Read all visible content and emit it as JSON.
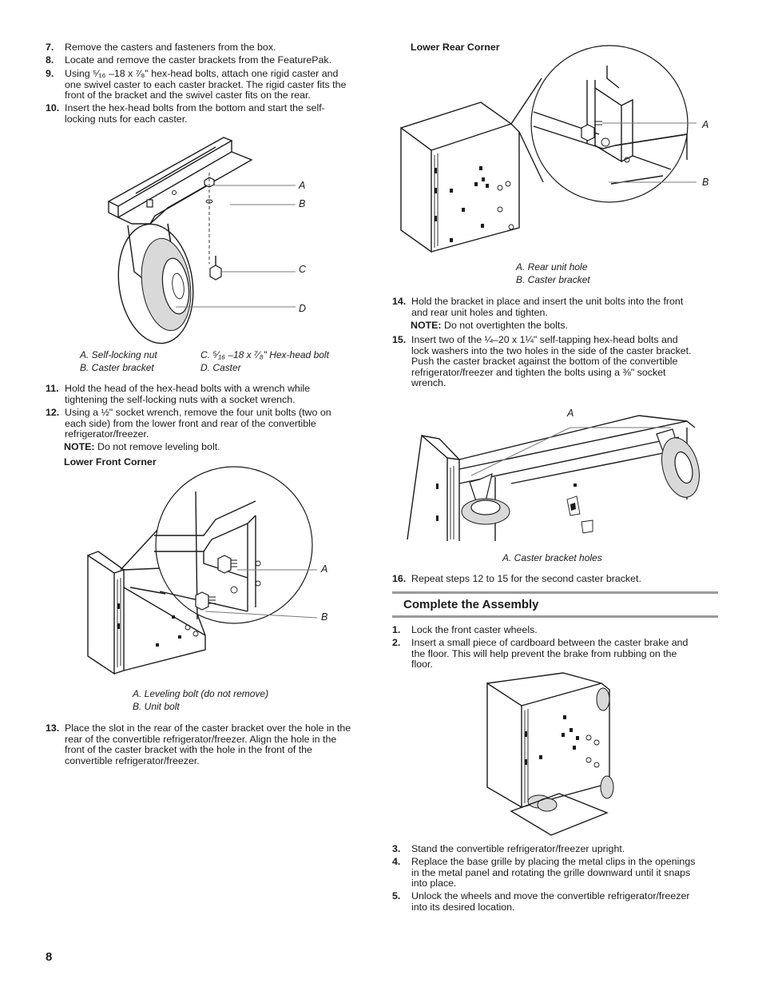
{
  "page_number": "8",
  "left_steps_top": [
    {
      "num": "7.",
      "lines": [
        "Remove the casters and fasteners from the box."
      ]
    },
    {
      "num": "8.",
      "lines": [
        "Locate and remove the caster brackets from the FeaturePak."
      ]
    },
    {
      "num": "9.",
      "lines": [
        "Using ⁵⁄₁₆ –18 x ⁷⁄₈\" hex-head bolts, attach one rigid caster and",
        "one swivel caster to each caster bracket. The rigid caster fits the",
        "front of the bracket and the swivel caster fits on the rear."
      ]
    },
    {
      "num": "10.",
      "lines": [
        "Insert the hex-head bolts from the bottom and start the self-",
        "locking nuts for each caster."
      ]
    }
  ],
  "fig_caster": {
    "labels": [
      "A",
      "B",
      "C",
      "D"
    ],
    "legend_left": [
      "A. Self-locking nut",
      "B. Caster bracket"
    ],
    "legend_right": [
      "C. ⁵⁄₁₆ –18 x ⁷⁄₈\" Hex-head bolt",
      "D. Caster"
    ]
  },
  "left_steps_mid": [
    {
      "num": "11.",
      "lines": [
        "Hold the head of the hex-head bolts with a wrench while",
        "tightening the self-locking nuts with a socket wrench."
      ]
    },
    {
      "num": "12.",
      "lines": [
        "Using a ½\" socket wrench, remove the four unit bolts (two on",
        "each side) from the lower front and rear of the convertible",
        "refrigerator/freezer."
      ]
    }
  ],
  "note_12": {
    "label": "NOTE:",
    "text": " Do not remove leveling bolt."
  },
  "lower_front_title": "Lower Front Corner",
  "fig_front": {
    "labels": [
      "A",
      "B"
    ],
    "legend": [
      "A. Leveling bolt (do not remove)",
      "B. Unit bolt"
    ]
  },
  "left_steps_bottom": [
    {
      "num": "13.",
      "lines": [
        "Place the slot in the rear of the caster bracket over the hole in the",
        "rear of the convertible refrigerator/freezer. Align the hole in the",
        "front of the caster bracket with the hole in the front of the",
        "convertible refrigerator/freezer."
      ]
    }
  ],
  "lower_rear_title": "Lower Rear Corner",
  "fig_rear": {
    "labels": [
      "A",
      "B"
    ],
    "legend": [
      "A. Rear unit hole",
      "B. Caster bracket"
    ]
  },
  "right_steps_top": [
    {
      "num": "14.",
      "lines": [
        "Hold the bracket in place and insert the unit bolts into the front",
        "and rear unit holes and tighten."
      ]
    }
  ],
  "note_14": {
    "label": "NOTE:",
    "text": " Do not overtighten the bolts."
  },
  "right_steps_mid": [
    {
      "num": "15.",
      "lines": [
        "Insert two of the ¼–20 x 1¼\" self-tapping hex-head bolts and",
        "lock washers into the two holes in the side of the caster bracket.",
        "Push the caster bracket against the bottom of the convertible",
        "refrigerator/freezer and tighten the bolts using a ⅜\" socket",
        "wrench."
      ]
    }
  ],
  "fig_holes": {
    "labels": [
      "A"
    ],
    "legend": [
      "A. Caster bracket holes"
    ]
  },
  "step_16": {
    "num": "16.",
    "lines": [
      "Repeat steps 12 to 15 for the second caster bracket."
    ]
  },
  "section_heading": "Complete the Assembly",
  "complete_steps_a": [
    {
      "num": "1.",
      "lines": [
        "Lock the front caster wheels."
      ]
    },
    {
      "num": "2.",
      "lines": [
        "Insert a small piece of cardboard between the caster brake and",
        "the floor. This will help prevent the brake from rubbing on the",
        "floor."
      ]
    }
  ],
  "complete_steps_b": [
    {
      "num": "3.",
      "lines": [
        "Stand the convertible refrigerator/freezer upright."
      ]
    },
    {
      "num": "4.",
      "lines": [
        "Replace the base grille by placing the metal clips in the openings",
        "in the metal panel and rotating the grille downward until it snaps",
        "into place."
      ]
    },
    {
      "num": "5.",
      "lines": [
        "Unlock the wheels and move the convertible refrigerator/freezer",
        "into its desired location."
      ]
    }
  ]
}
